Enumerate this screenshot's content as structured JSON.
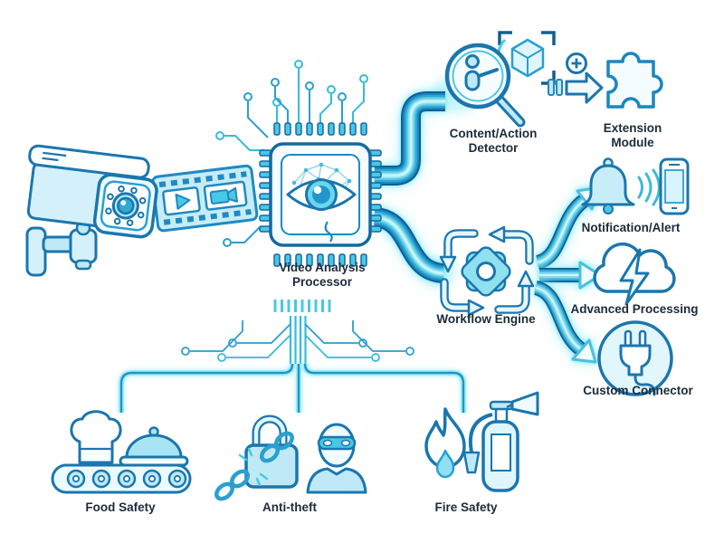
{
  "title": "Video Analysis Processor diagram",
  "colors": {
    "bg": "#ffffff",
    "ink": "#1b76ae",
    "ink-dark": "#155e8f",
    "accent": "#49c8e6",
    "accent-dark": "#2a9fd1",
    "fill-light": "#bfe9f6",
    "fill-pale": "#e8f8fd",
    "glow": "#7fe9f8",
    "text": "#1c2b3a"
  },
  "ribbon_palette": [
    "#0f5e97",
    "#1d86bf",
    "#2fa9d2",
    "#52c8e4",
    "#8adfef",
    "#ccf2f9"
  ],
  "nodes": {
    "camera": {
      "icon": "cctv-camera-icon"
    },
    "filmstrip": {
      "icon": "film-strip-icon"
    },
    "processor": {
      "icon": "chip-eye-icon",
      "line1": "Video Analysis",
      "line2": "Processor"
    },
    "detector": {
      "icon": "magnifier-person-cube-icon",
      "line1": "Content/Action",
      "line2": "Detector"
    },
    "extension": {
      "icon": "puzzle-piece-icon",
      "line1": "Extension",
      "line2": "Module"
    },
    "workflow": {
      "icon": "gear-cycle-icon",
      "label": "Workflow Engine"
    },
    "notification": {
      "icon": "bell-phone-icon",
      "label": "Notification/Alert"
    },
    "advanced": {
      "icon": "cloud-lightning-icon",
      "label": "Advanced Processing"
    },
    "connector": {
      "icon": "power-plug-icon",
      "label": "Custom Connector"
    },
    "food": {
      "icon": "chef-hat-cloche-conveyor-icon",
      "label": "Food Safety"
    },
    "antitheft": {
      "icon": "padlock-broken-chain-burglar-icon",
      "label": "Anti-theft"
    },
    "fire": {
      "icon": "flame-extinguisher-icon",
      "label": "Fire Safety"
    }
  },
  "flows": [
    {
      "from": "camera",
      "to": "processor"
    },
    {
      "from": "processor",
      "to": "detector"
    },
    {
      "from": "detector",
      "to": "extension"
    },
    {
      "from": "processor",
      "to": "workflow"
    },
    {
      "from": "workflow",
      "to": "notification"
    },
    {
      "from": "workflow",
      "to": "advanced"
    },
    {
      "from": "workflow",
      "to": "connector"
    },
    {
      "from": "processor",
      "to": "food"
    },
    {
      "from": "processor",
      "to": "antitheft"
    },
    {
      "from": "processor",
      "to": "fire"
    }
  ]
}
